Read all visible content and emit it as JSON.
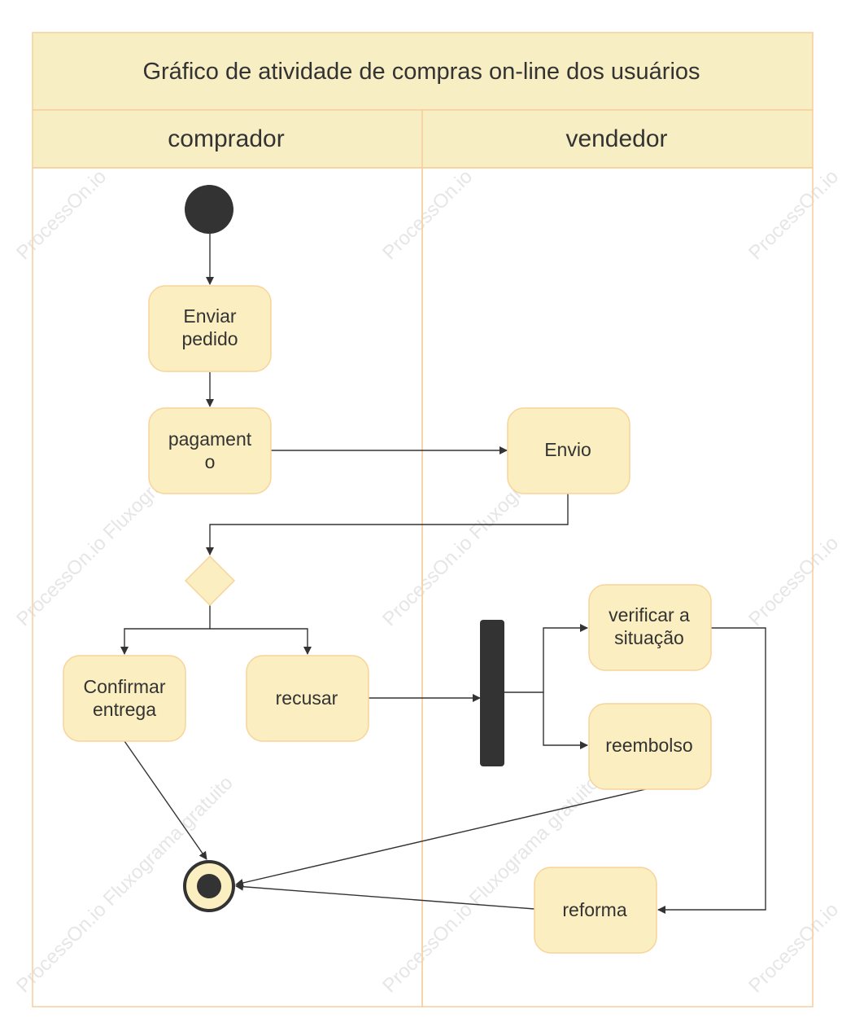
{
  "diagram": {
    "title": "Gráfico de atividade de compras on-line dos usuários",
    "lanes": [
      "comprador",
      "vendedor"
    ],
    "nodes": {
      "enviar_pedido": [
        "Enviar",
        "pedido"
      ],
      "pagamento": [
        "pagament",
        "o"
      ],
      "envio": [
        "Envio"
      ],
      "confirmar_entrega": [
        "Confirmar",
        "entrega"
      ],
      "recusar": [
        "recusar"
      ],
      "verificar_situacao": [
        "verificar a",
        "situação"
      ],
      "reembolso": [
        "reembolso"
      ],
      "reforma": [
        "reforma"
      ]
    },
    "watermarks": {
      "brand": "ProcessOn.io",
      "tagline": "ProcessOn.io Fluxograma gratuito"
    },
    "colors": {
      "node_fill": "#fbeec0",
      "node_stroke": "#f7d49a",
      "header_fill": "#f8eec3",
      "lane_stroke": "#f5cf9c",
      "dark": "#333333"
    }
  }
}
